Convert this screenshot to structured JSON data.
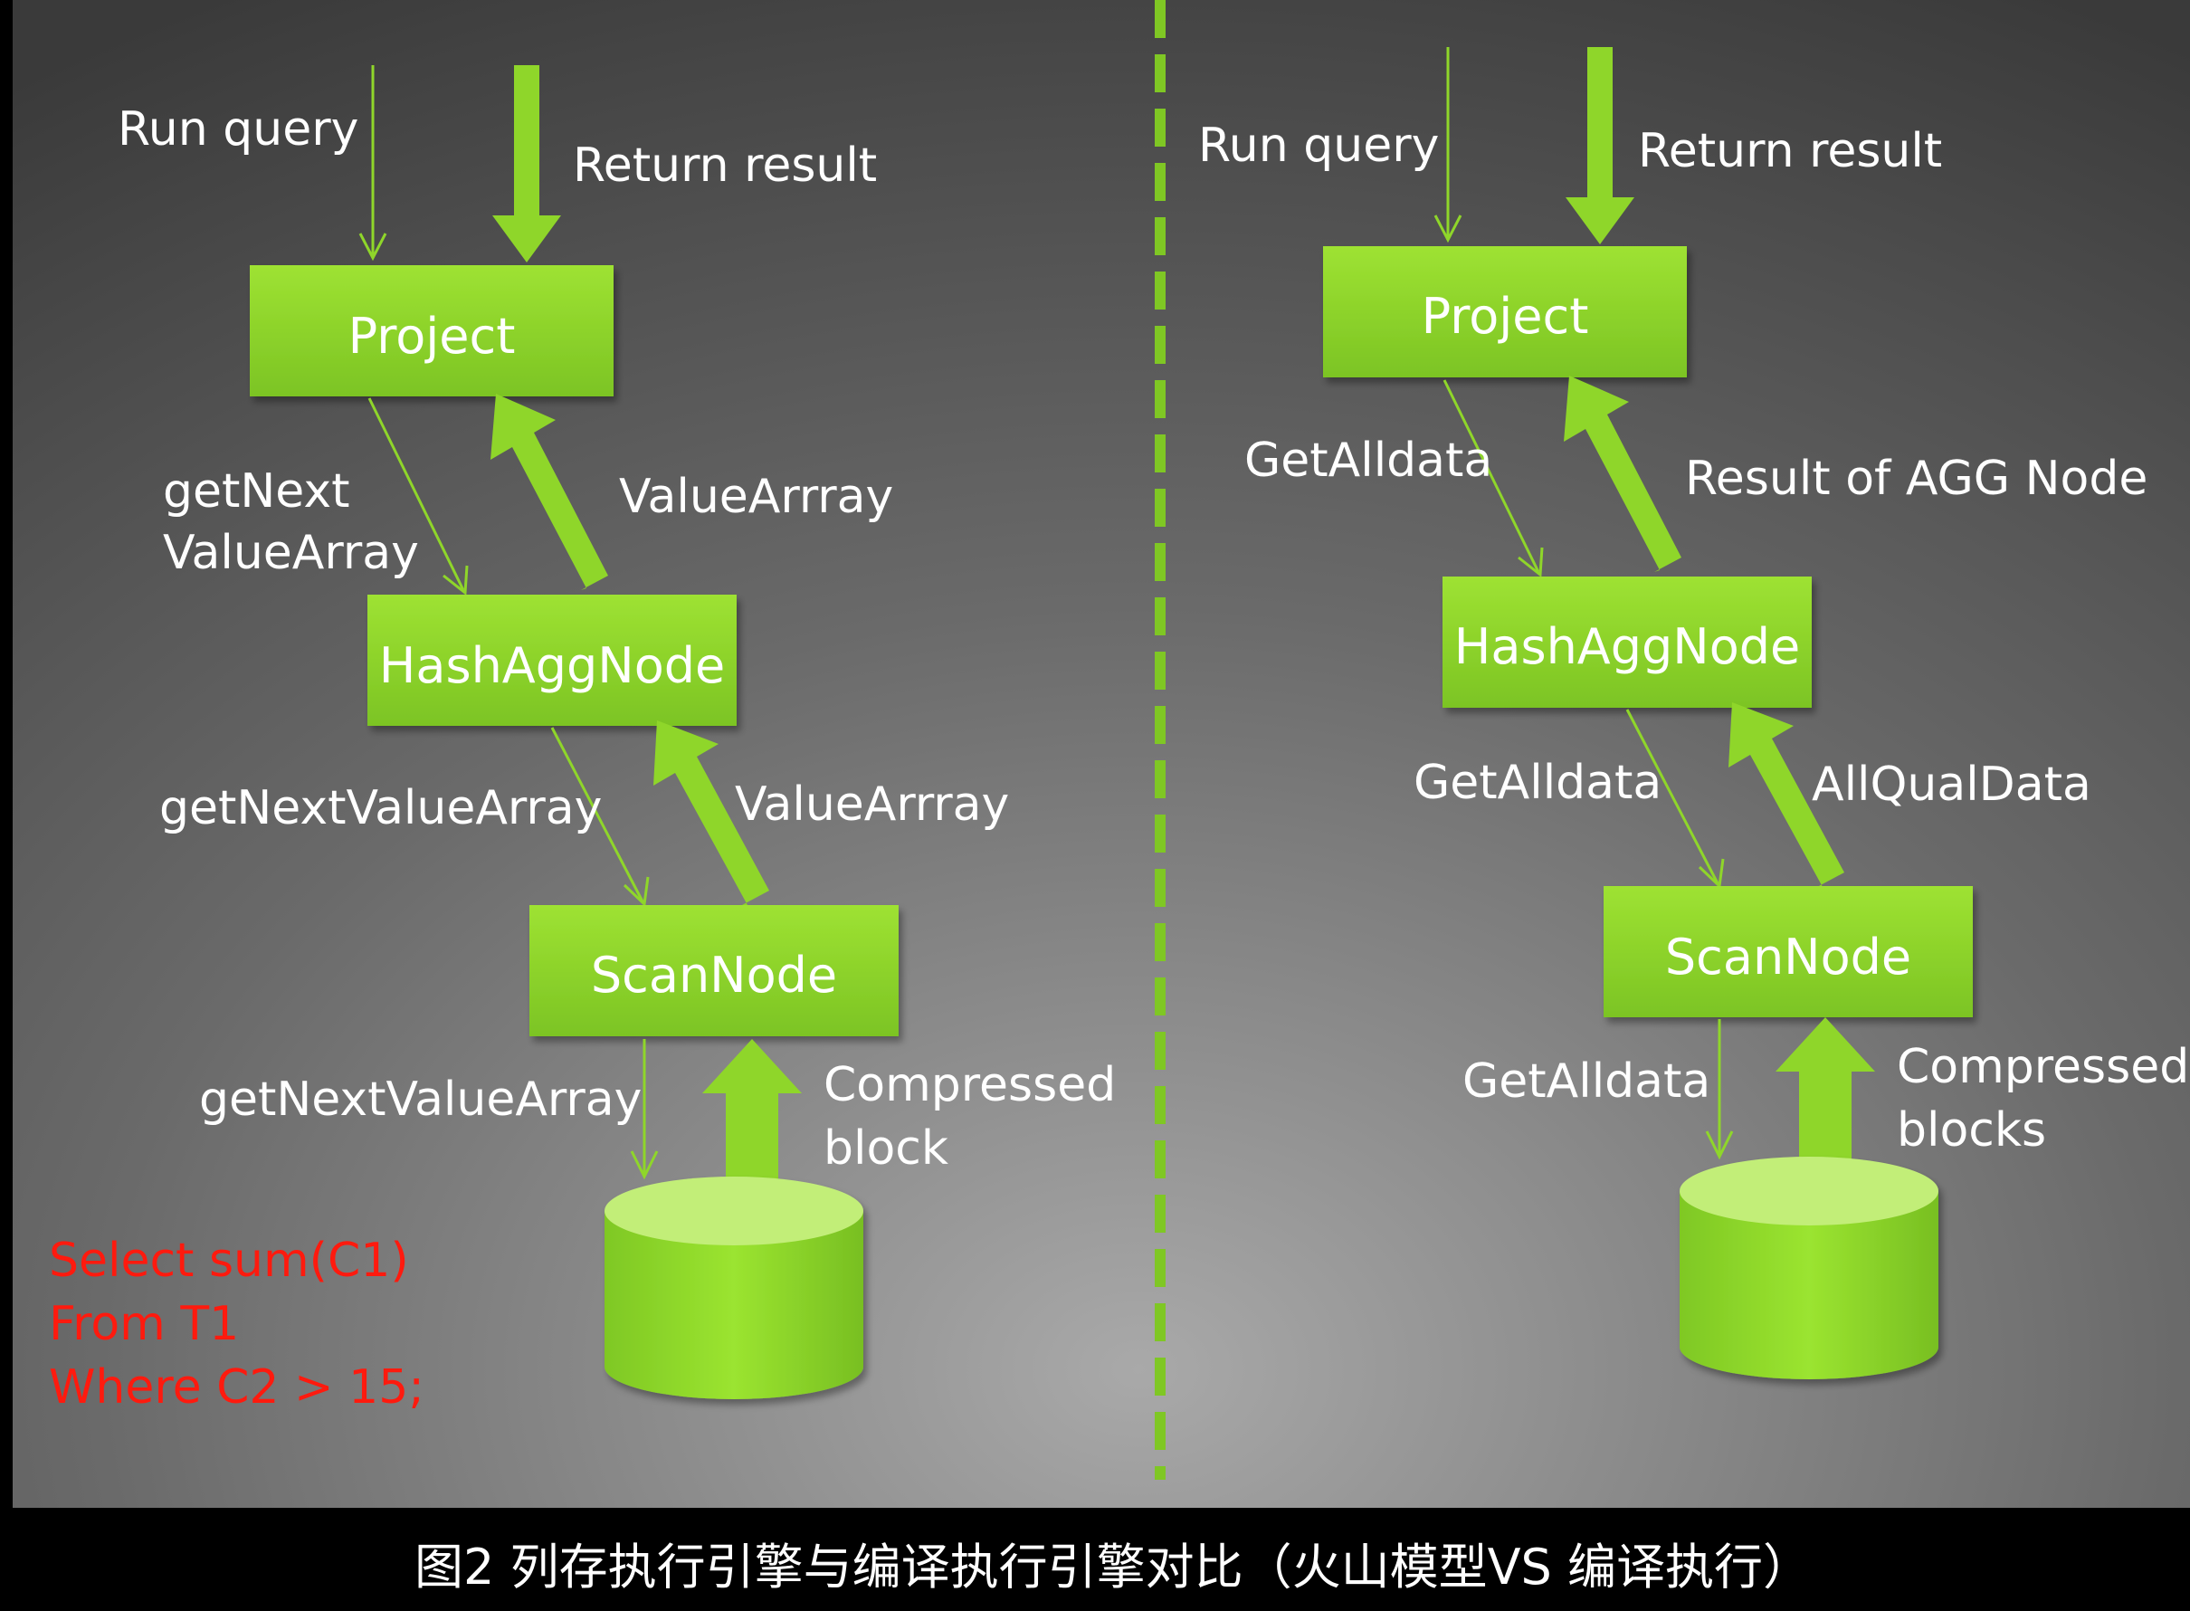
{
  "left": {
    "run_query": "Run query",
    "return_result": "Return result",
    "nodes": [
      "Project",
      "HashAggNode",
      "ScanNode"
    ],
    "down1": [
      "getNext",
      "ValueArray"
    ],
    "up1": "ValueArrray",
    "down2": "getNextValueArray",
    "up2": "ValueArrray",
    "down3": "getNextValueArray",
    "up3": [
      "Compressed",
      "block"
    ],
    "sql": [
      "Select sum(C1)",
      "From T1",
      "Where C2 > 15;"
    ]
  },
  "right": {
    "run_query": "Run query",
    "return_result": "Return result",
    "nodes": [
      "Project",
      "HashAggNode",
      "ScanNode"
    ],
    "down1": "GetAlldata",
    "up1": "Result of AGG Node",
    "down2": "GetAlldata",
    "up2": "AllQualData",
    "down3": "GetAlldata",
    "up3": [
      "Compressed",
      "blocks"
    ]
  },
  "caption": "图2 列存执行引擎与编译执行引擎对比（火山模型VS 编译执行）",
  "colors": {
    "node_fill": "#92dc2c",
    "arrow": "#8fd62a",
    "text": "#ffffff",
    "sql_text": "#ff1a0e",
    "divider": "#7fc724"
  }
}
